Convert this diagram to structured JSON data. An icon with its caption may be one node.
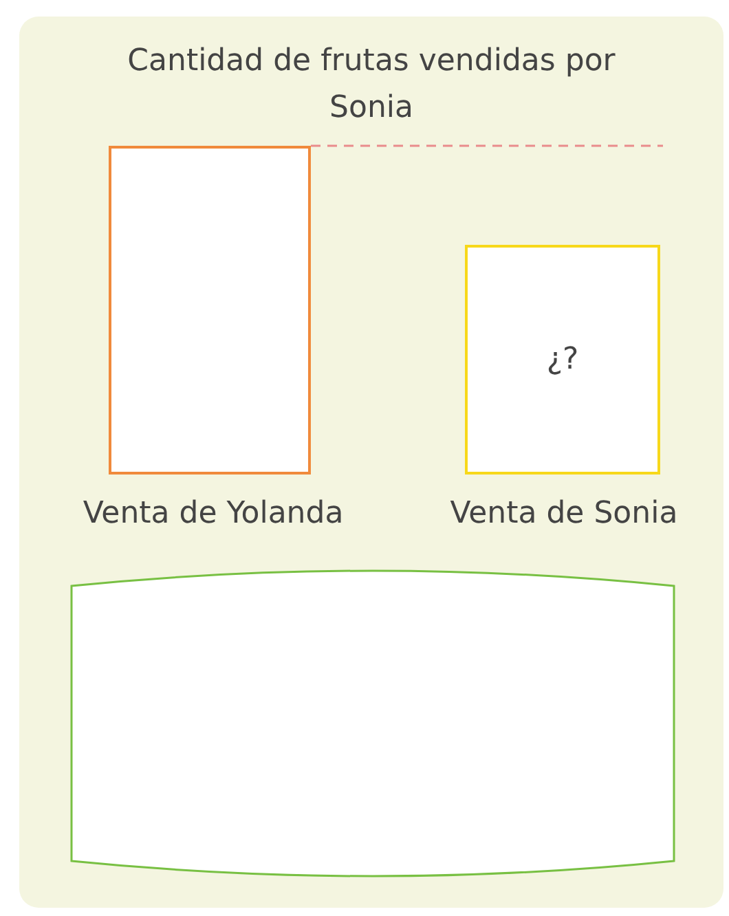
{
  "diagram": {
    "title": "Cantidad de frutas vendidas por Sonia",
    "nodes": [
      {
        "text": [],
        "shape": "box",
        "beside": [
          "Venta de Yolanda"
        ]
      },
      {
        "text": [
          "¿?"
        ],
        "beside": [
          "Venta de Sonia"
        ]
      },
      {
        "text": [],
        "shape": "box"
      }
    ]
  }
}
